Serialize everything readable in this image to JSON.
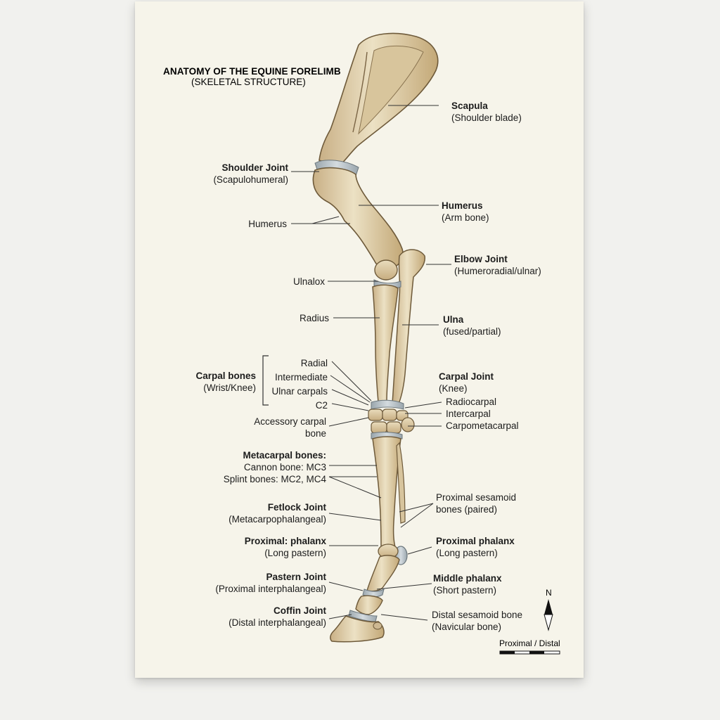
{
  "title": {
    "line1": "ANATOMY OF THE EQUINE FORELIMB",
    "line2": "(SKELETAL STRUCTURE)"
  },
  "labels": {
    "scapula": {
      "name": "Scapula",
      "sub": "(Shoulder blade)"
    },
    "shoulder_joint": {
      "name": "Shoulder Joint",
      "sub": "(Scapulohumeral)"
    },
    "humerus_right": {
      "name": "Humerus",
      "sub": "(Arm bone)"
    },
    "humerus_left": "Humerus",
    "elbow_joint": {
      "name": "Elbow Joint",
      "sub": "(Humeroradial/ulnar)"
    },
    "ulnalox": "Ulnalox",
    "radius": "Radius",
    "ulna": {
      "name": "Ulna",
      "sub": "(fused/partial)"
    },
    "carpal_bones": {
      "name": "Carpal bones",
      "sub": "(Wrist/Knee)"
    },
    "carpal_list": [
      "Radial",
      "Intermediate",
      "Ulnar carpals",
      "C2"
    ],
    "carpal_joint": {
      "name": "Carpal Joint",
      "sub": "(Knee)"
    },
    "carpal_joint_list": [
      "Radiocarpal",
      "Intercarpal",
      "Carpometacarpal"
    ],
    "accessory_carpal": [
      "Accessory carpal",
      "bone"
    ],
    "metacarpal": {
      "name": "Metacarpal bones:",
      "lines": [
        "Cannon bone: MC3",
        "Splint bones: MC2, MC4"
      ]
    },
    "proximal_sesamoid": [
      "Proximal sesamoid",
      "bones (paired)"
    ],
    "fetlock_joint": {
      "name": "Fetlock Joint",
      "sub": "(Metacarpophalangeal)"
    },
    "proximal_phalanx_left": {
      "name": "Proximal: phalanx",
      "sub": "(Long pastern)"
    },
    "proximal_phalanx_right": {
      "name": "Proximal phalanx",
      "sub": "(Long pastern)"
    },
    "pastern_joint": {
      "name": "Pastern Joint",
      "sub": "(Proximal interphalangeal)"
    },
    "middle_phalanx": {
      "name": "Middle phalanx",
      "sub": "(Short pastern)"
    },
    "coffin_joint": {
      "name": "Coffin Joint",
      "sub": "(Distal interphalangeal)"
    },
    "distal_sesamoid": [
      "Distal sesamoid bone",
      "(Navicular bone)"
    ]
  },
  "compass": {
    "letter": "N"
  },
  "scale": {
    "label": "Proximal / Distal"
  },
  "colors": {
    "paper": "#f6f4ea",
    "bone": "#e4d6b4",
    "bone_shade": "#c5ab7c",
    "bone_outline": "#6e5a3a",
    "cartilage": "#b9c3c9",
    "leader": "#333333",
    "text": "#1c1c1c"
  }
}
